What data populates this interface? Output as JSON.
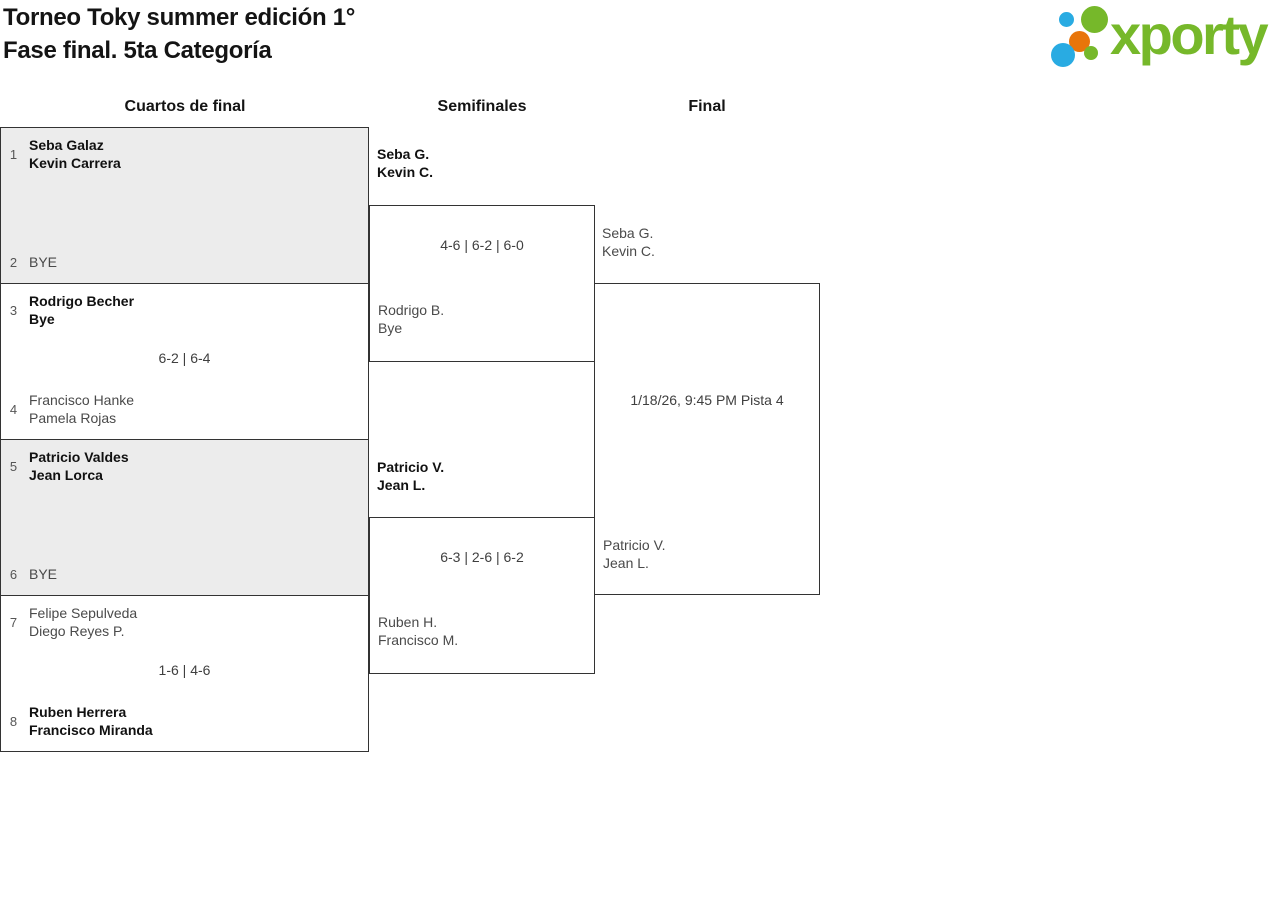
{
  "title_line1": "Torneo Toky summer edición 1°",
  "title_line2": "Fase final. 5ta Categoría",
  "brand": "xporty",
  "brand_colors": {
    "green": "#76b82a",
    "blue": "#29abe2",
    "orange": "#e8750a"
  },
  "round_headers": [
    "Cuartos de final",
    "Semifinales",
    "Final"
  ],
  "quarterfinals": [
    {
      "seed_top": "1",
      "top_line1": "Seba Galaz",
      "top_line2": "Kevin Carrera",
      "score": "",
      "seed_bottom": "2",
      "bottom_line1": "BYE",
      "bottom_line2": ""
    },
    {
      "seed_top": "3",
      "top_line1": "Rodrigo Becher",
      "top_line2": "Bye",
      "score": "6-2 | 6-4",
      "seed_bottom": "4",
      "bottom_line1": "Francisco Hanke",
      "bottom_line2": "Pamela Rojas"
    },
    {
      "seed_top": "5",
      "top_line1": "Patricio Valdes",
      "top_line2": "Jean Lorca",
      "score": "",
      "seed_bottom": "6",
      "bottom_line1": "BYE",
      "bottom_line2": ""
    },
    {
      "seed_top": "7",
      "top_line1": "Felipe Sepulveda",
      "top_line2": "Diego Reyes P.",
      "score": "1-6 | 4-6",
      "seed_bottom": "8",
      "bottom_line1": "Ruben Herrera",
      "bottom_line2": "Francisco Miranda"
    }
  ],
  "semifinals": [
    {
      "top_line1": "Seba G.",
      "top_line2": "Kevin C.",
      "score": "4-6 | 6-2 | 6-0",
      "bottom_line1": "Rodrigo B.",
      "bottom_line2": "Bye"
    },
    {
      "top_line1": "Patricio V.",
      "top_line2": "Jean L.",
      "score": "6-3 | 2-6 | 6-2",
      "bottom_line1": "Ruben H.",
      "bottom_line2": "Francisco M."
    }
  ],
  "final": {
    "top_line1": "Seba G.",
    "top_line2": "Kevin C.",
    "schedule": "1/18/26, 9:45 PM Pista 4",
    "bottom_line1": "Patricio V.",
    "bottom_line2": "Jean L."
  }
}
